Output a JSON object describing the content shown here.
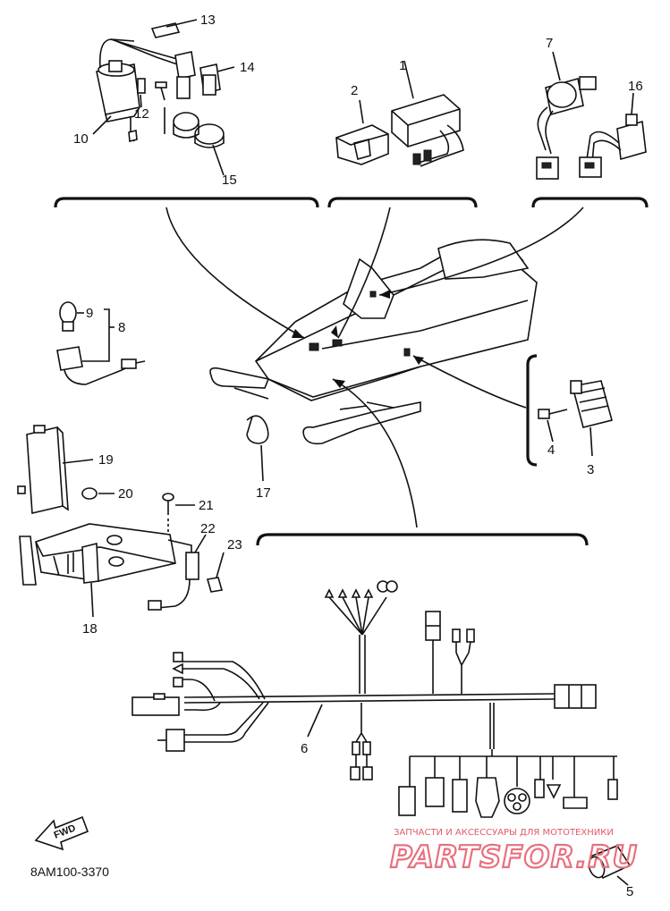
{
  "diagram_code": "8AM100-3370",
  "watermark": {
    "line1": "ЗАПЧАСТИ И АКСЕССУАРЫ ДЛЯ МОТОТЕХНИКИ",
    "line2": "PARTSFOR.RU"
  },
  "forward_label": "FWD",
  "parts": [
    {
      "id": "p1",
      "label": "1"
    },
    {
      "id": "p2",
      "label": "2"
    },
    {
      "id": "p3",
      "label": "3"
    },
    {
      "id": "p4",
      "label": "4"
    },
    {
      "id": "p5",
      "label": "5"
    },
    {
      "id": "p6",
      "label": "6"
    },
    {
      "id": "p7",
      "label": "7"
    },
    {
      "id": "p8",
      "label": "8"
    },
    {
      "id": "p9",
      "label": "9"
    },
    {
      "id": "p10",
      "label": "10"
    },
    {
      "id": "p11",
      "label": "1"
    },
    {
      "id": "p12",
      "label": "12"
    },
    {
      "id": "p13",
      "label": "13"
    },
    {
      "id": "p14",
      "label": "14"
    },
    {
      "id": "p15",
      "label": "15"
    },
    {
      "id": "p16",
      "label": "16"
    },
    {
      "id": "p17",
      "label": "17"
    },
    {
      "id": "p18",
      "label": "18"
    },
    {
      "id": "p19",
      "label": "19"
    },
    {
      "id": "p20",
      "label": "20"
    },
    {
      "id": "p21",
      "label": "21"
    },
    {
      "id": "p22",
      "label": "22"
    },
    {
      "id": "p23",
      "label": "23"
    }
  ]
}
